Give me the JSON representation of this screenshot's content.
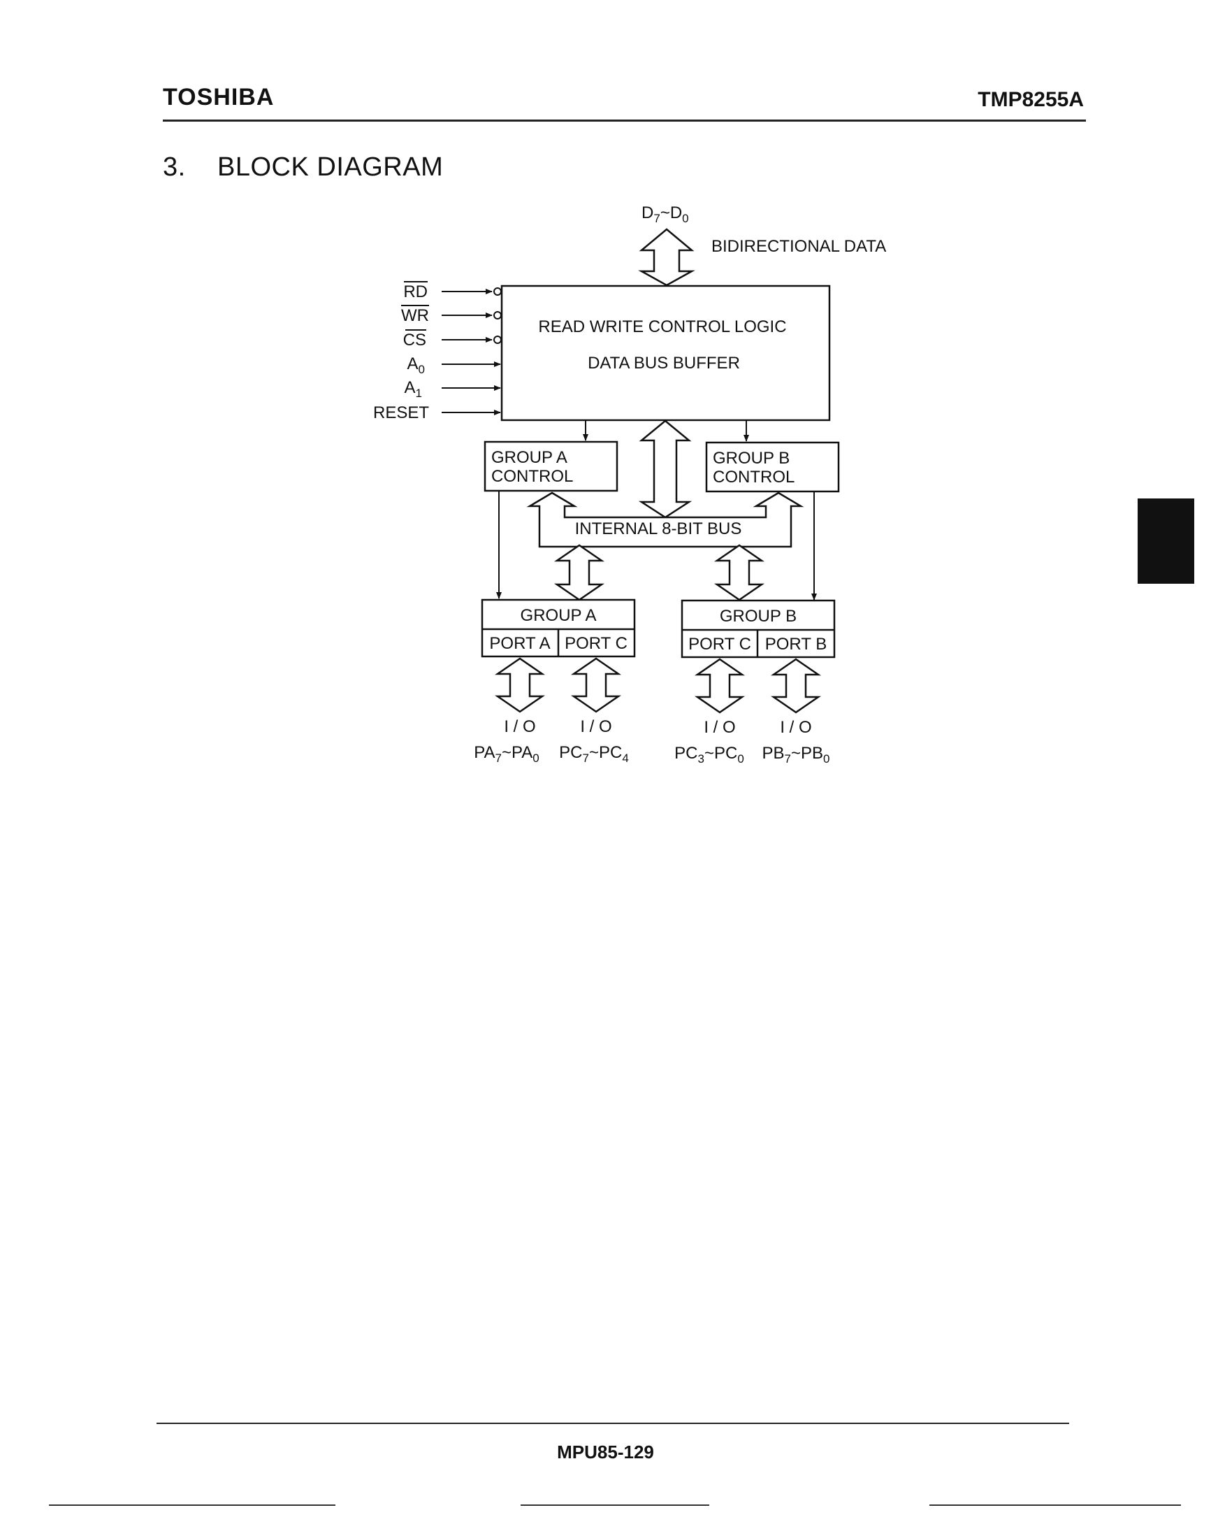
{
  "header": {
    "brand": "TOSHIBA",
    "part_number": "TMP8255A"
  },
  "section": {
    "number": "3.",
    "title": "BLOCK DIAGRAM"
  },
  "diagram": {
    "data_bus": {
      "label_main": "D",
      "label_sub_from": "7",
      "label_sep": "~",
      "label_main2": "D",
      "label_sub_to": "0",
      "caption": "BIDIRECTIONAL DATA"
    },
    "control_block": {
      "line1": "READ WRITE CONTROL LOGIC",
      "line2": "DATA BUS BUFFER"
    },
    "inputs": [
      {
        "id": "rd",
        "label": "RD",
        "overline": true,
        "sub": "",
        "inverted": true
      },
      {
        "id": "wr",
        "label": "WR",
        "overline": true,
        "sub": "",
        "inverted": true
      },
      {
        "id": "cs",
        "label": "CS",
        "overline": true,
        "sub": "",
        "inverted": true
      },
      {
        "id": "a0",
        "label": "A",
        "overline": false,
        "sub": "0",
        "inverted": false
      },
      {
        "id": "a1",
        "label": "A",
        "overline": false,
        "sub": "1",
        "inverted": false
      },
      {
        "id": "reset",
        "label": "RESET",
        "overline": false,
        "sub": "",
        "inverted": false
      }
    ],
    "group_a_control": {
      "line1": "GROUP A",
      "line2": "CONTROL"
    },
    "group_b_control": {
      "line1": "GROUP B",
      "line2": "CONTROL"
    },
    "internal_bus": "INTERNAL 8-BIT BUS",
    "group_a_ports": {
      "title": "GROUP A",
      "port1": "PORT A",
      "port2": "PORT C"
    },
    "group_b_ports": {
      "title": "GROUP B",
      "port1": "PORT C",
      "port2": "PORT B"
    },
    "io_label": "I / O",
    "io_pins": [
      {
        "id": "pa",
        "p1": "PA",
        "s1": "7",
        "p2": "PA",
        "s2": "0"
      },
      {
        "id": "pc_hi",
        "p1": "PC",
        "s1": "7",
        "p2": "PC",
        "s2": "4"
      },
      {
        "id": "pc_lo",
        "p1": "PC",
        "s1": "3",
        "p2": "PC",
        "s2": "0"
      },
      {
        "id": "pb",
        "p1": "PB",
        "s1": "7",
        "p2": "PB",
        "s2": "0"
      }
    ]
  },
  "footer": {
    "page_code": "MPU85-129"
  }
}
